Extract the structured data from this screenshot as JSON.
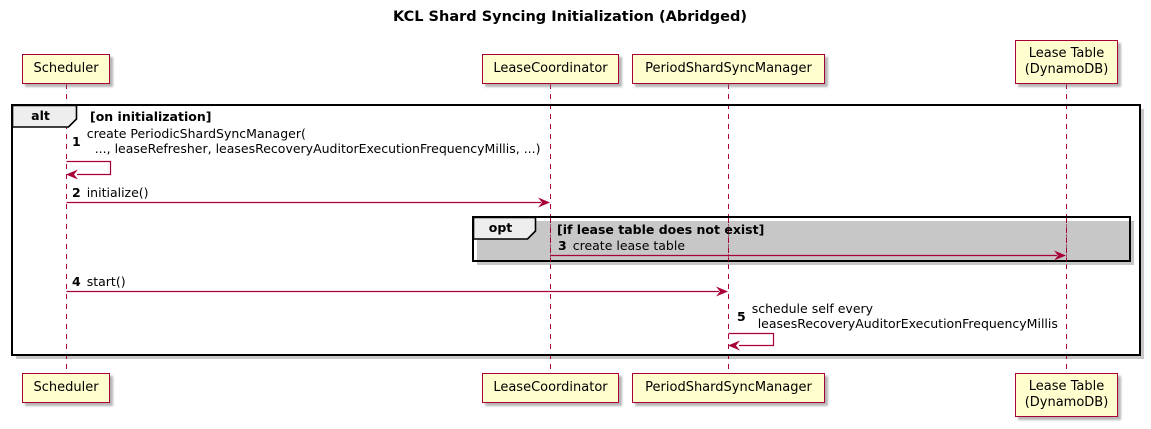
{
  "title": "KCL Shard Syncing Initialization (Abridged)",
  "participants": {
    "scheduler": {
      "label": "Scheduler"
    },
    "lease_coordinator": {
      "label": "LeaseCoordinator"
    },
    "period_shard_sync_manager": {
      "label": "PeriodShardSyncManager"
    },
    "lease_table": {
      "line1": "Lease Table",
      "line2": "(DynamoDB)"
    }
  },
  "frames": {
    "alt": {
      "label": "alt",
      "condition": "[on initialization]"
    },
    "opt": {
      "label": "opt",
      "condition": "[if lease table does not exist]"
    }
  },
  "messages": {
    "m1": {
      "num": "1",
      "line1": "create PeriodicShardSyncManager(",
      "line2": "..., leaseRefresher, leasesRecoveryAuditorExecutionFrequencyMillis, ...)"
    },
    "m2": {
      "num": "2",
      "text": "initialize()"
    },
    "m3": {
      "num": "3",
      "text": "create lease table"
    },
    "m4": {
      "num": "4",
      "text": "start()"
    },
    "m5": {
      "num": "5",
      "line1": "schedule self every",
      "line2": "leasesRecoveryAuditorExecutionFrequencyMillis"
    }
  },
  "colors": {
    "participant_fill": "#FEFECE",
    "accent": "#A80036",
    "frame_border": "#000000",
    "frame_label_fill": "#EEEEEE",
    "shadow": "#999999"
  }
}
